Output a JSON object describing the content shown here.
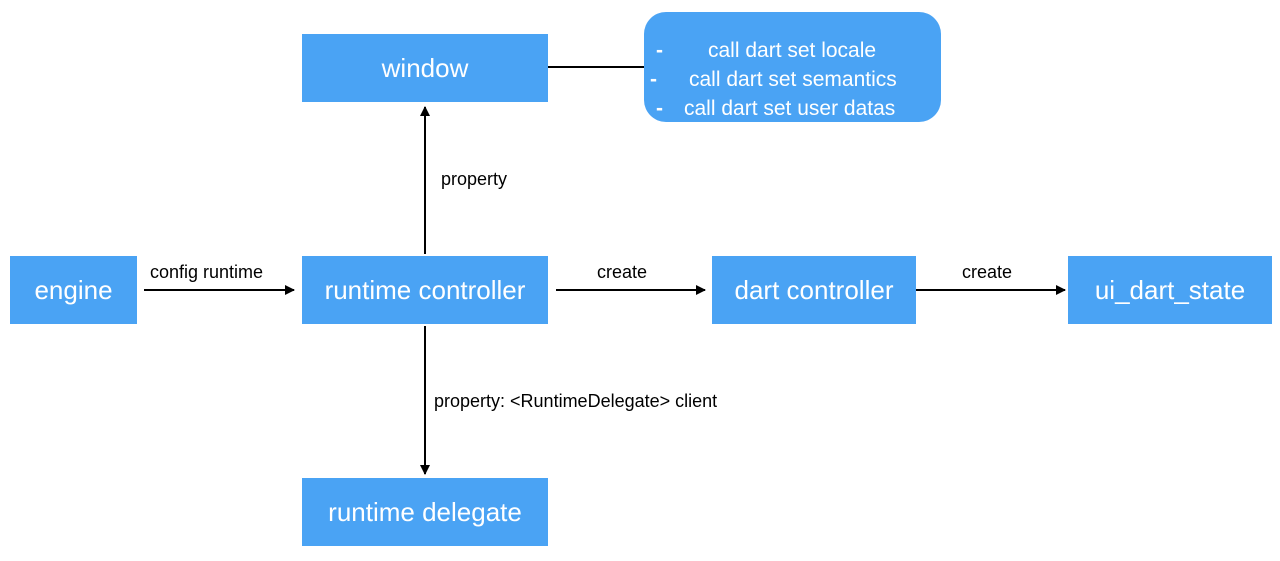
{
  "nodes": {
    "window": "window",
    "runtime_controller": "runtime controller",
    "engine": "engine",
    "dart_controller": "dart controller",
    "ui_dart_state": "ui_dart_state",
    "runtime_delegate": "runtime delegate"
  },
  "note": {
    "items": [
      "call dart set locale",
      "call dart set semantics",
      "call dart set user datas"
    ],
    "bullet": "-"
  },
  "edges": {
    "config_runtime": "config runtime",
    "create_dart": "create",
    "create_ui": "create",
    "property": "property",
    "client": "property: <RuntimeDelegate> client"
  },
  "colors": {
    "node_fill": "#4aa3f4",
    "node_text": "#ffffff",
    "edge": "#000000"
  }
}
